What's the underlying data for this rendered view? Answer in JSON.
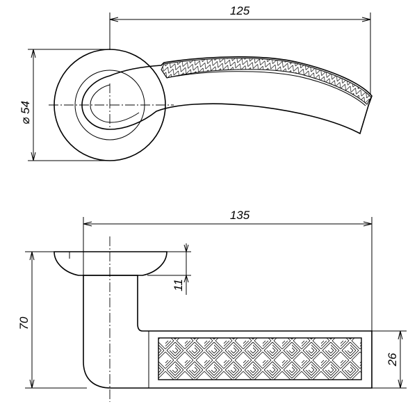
{
  "dimensions": {
    "top_length": "125",
    "rose_diameter": "⌀ 54",
    "side_length": "135",
    "rose_thickness": "11",
    "total_height": "70",
    "lever_height": "26"
  },
  "colors": {
    "line": "#000000",
    "background": "#ffffff"
  }
}
